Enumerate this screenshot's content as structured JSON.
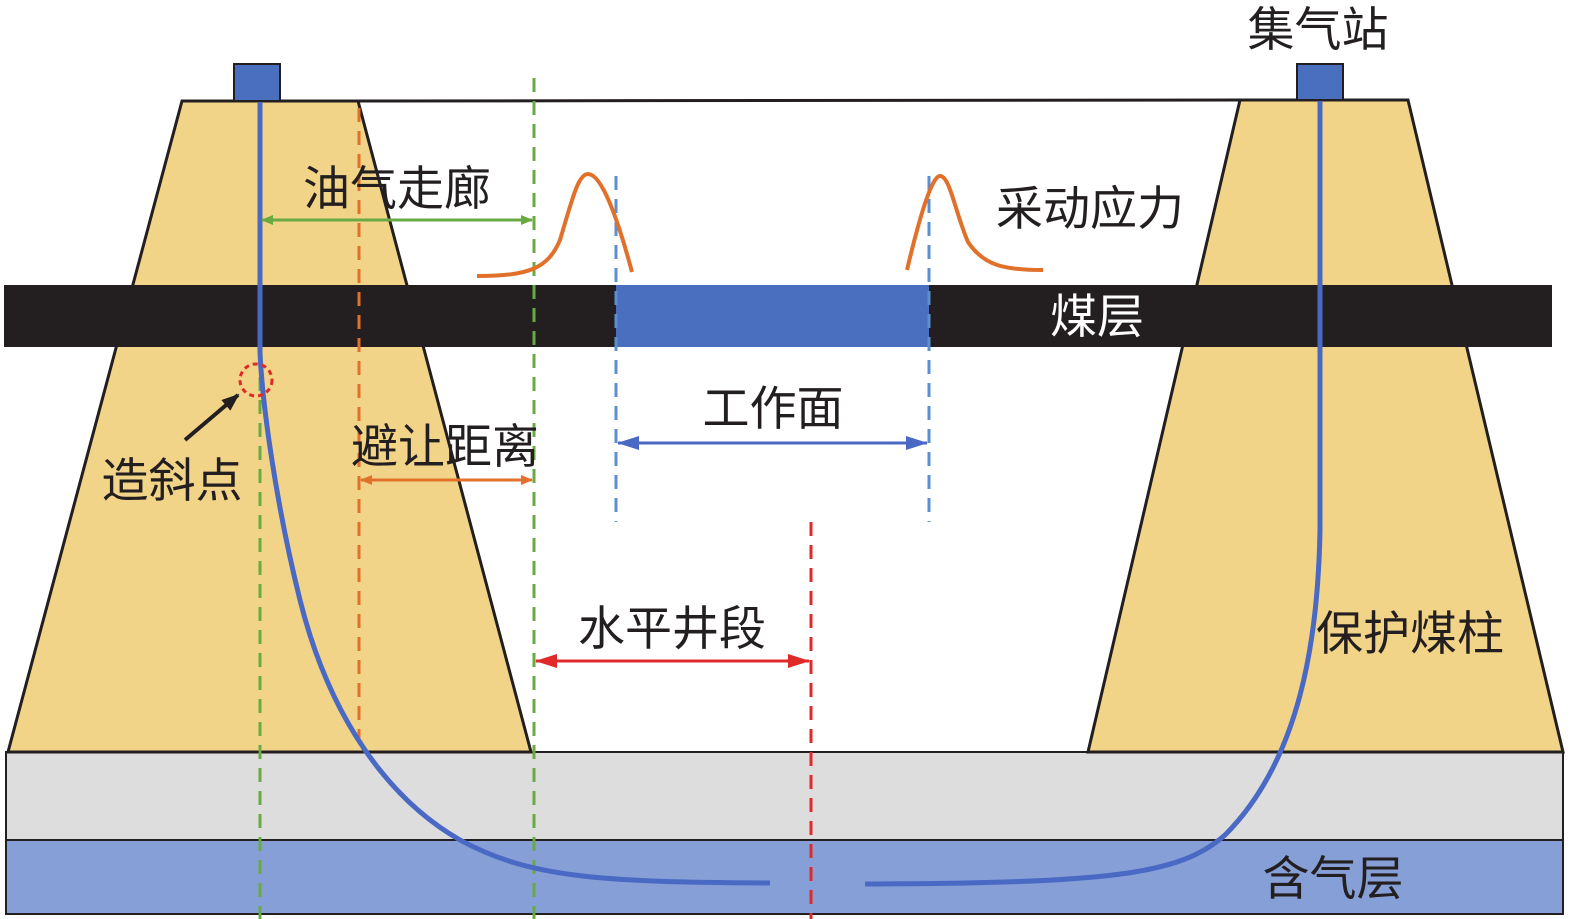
{
  "labels": {
    "gas_station": "集气站",
    "oil_gas_corridor": "油气走廊",
    "mining_stress": "采动应力",
    "coal_seam": "煤层",
    "working_face": "工作面",
    "avoidance_distance": "避让距离",
    "kickoff_point": "造斜点",
    "horizontal_section": "水平井段",
    "protective_pillar": "保护煤柱",
    "gas_bearing_layer": "含气层"
  },
  "colors": {
    "pillar_fill": "#f2d488",
    "coal_seam": "#231f20",
    "working_face": "#4a6fbf",
    "gas_layer": "#869fd6",
    "gray_layer": "#dddddd",
    "well_path": "#4a69c4",
    "green_marker": "#6aaa45",
    "orange_marker": "#e0702a",
    "light_blue_marker": "#5b8fd0",
    "red_marker": "#e02a2a",
    "stress_curve": "#e0702a"
  }
}
